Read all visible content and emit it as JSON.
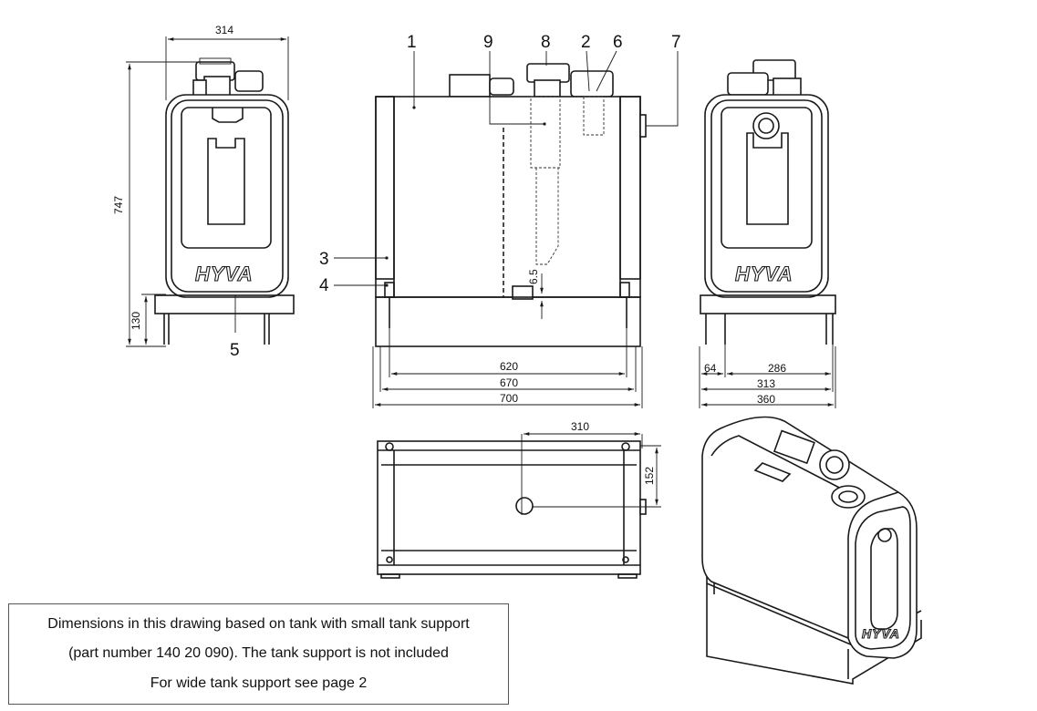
{
  "brand": {
    "logo_text": "HYVA"
  },
  "dimensions": {
    "side_width": "314",
    "side_height": "747",
    "side_support_height": "130",
    "front_620": "620",
    "front_670": "670",
    "front_700": "700",
    "front_gap": "6.5",
    "end_64": "64",
    "end_286": "286",
    "end_313": "313",
    "end_360": "360",
    "top_310": "310",
    "top_152": "152"
  },
  "callouts": {
    "c1": "1",
    "c2": "2",
    "c3": "3",
    "c4": "4",
    "c5": "5",
    "c6": "6",
    "c7": "7",
    "c8": "8",
    "c9": "9"
  },
  "note": {
    "line1": "Dimensions in this drawing  based on tank with small tank support",
    "line2": "(part number 140 20 090). The tank support is not included",
    "line3": "For wide tank support see page 2"
  }
}
